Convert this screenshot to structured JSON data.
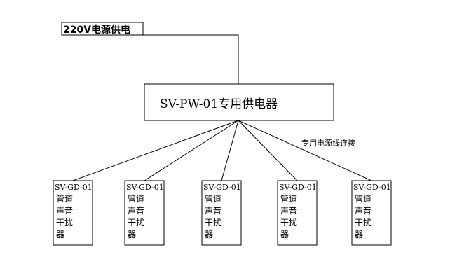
{
  "power_source": {
    "label": "220V电源供电"
  },
  "supply": {
    "label": "SV-PW-01专用供电器"
  },
  "connection_note": {
    "label": "专用电源线连接"
  },
  "devices": [
    {
      "model": "SV-GD-01",
      "lines": [
        "管道",
        "声音",
        "干扰",
        "器"
      ]
    },
    {
      "model": "SV-GD-01",
      "lines": [
        "管道",
        "声音",
        "干扰",
        "器"
      ]
    },
    {
      "model": "SV-GD-01",
      "lines": [
        "管道",
        "声音",
        "干扰",
        "器"
      ]
    },
    {
      "model": "SV-GD-01",
      "lines": [
        "管道",
        "声音",
        "干扰",
        "器"
      ]
    },
    {
      "model": "SV-GD-01",
      "lines": [
        "管道",
        "声音",
        "干扰",
        "器"
      ]
    }
  ],
  "colors": {
    "stroke": "#000000",
    "background": "#ffffff"
  }
}
